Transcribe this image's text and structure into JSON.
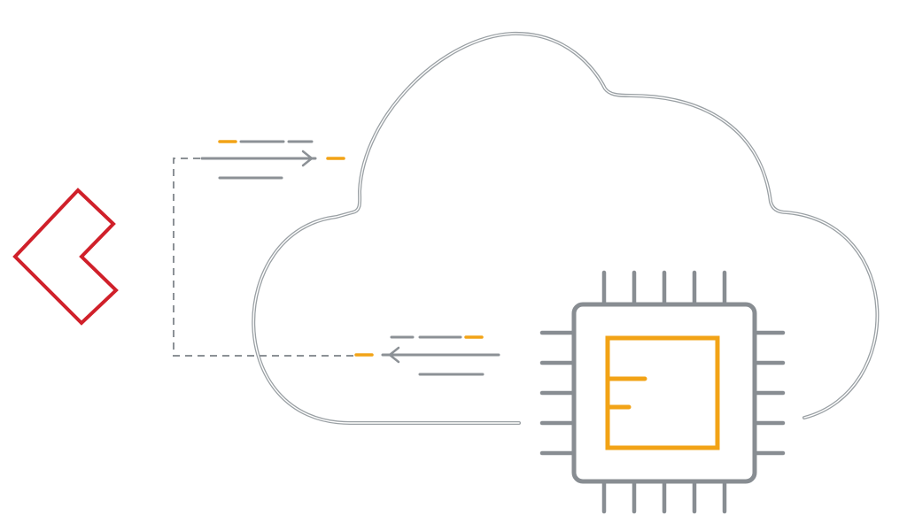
{
  "diagram": {
    "nodes": [
      {
        "id": "logo",
        "icon": "red-chevron-logo-icon"
      },
      {
        "id": "cloud",
        "icon": "cloud-outline-icon"
      },
      {
        "id": "chip",
        "icon": "processor-chip-icon"
      }
    ],
    "links": [
      {
        "from": "logo",
        "to": "cloud",
        "style": "dashed",
        "direction": "outbound"
      },
      {
        "from": "cloud",
        "to": "logo",
        "style": "dashed",
        "direction": "inbound"
      }
    ]
  },
  "colors": {
    "background": "#ffffff",
    "logo_red": "#d0202a",
    "cloud_stroke": "#9aa0a4",
    "cloud_inner": "#ffffff",
    "line_gray": "#8c9196",
    "accent_orange": "#f2a316",
    "chip_body": "#888d92",
    "chip_core": "#f2a316"
  }
}
